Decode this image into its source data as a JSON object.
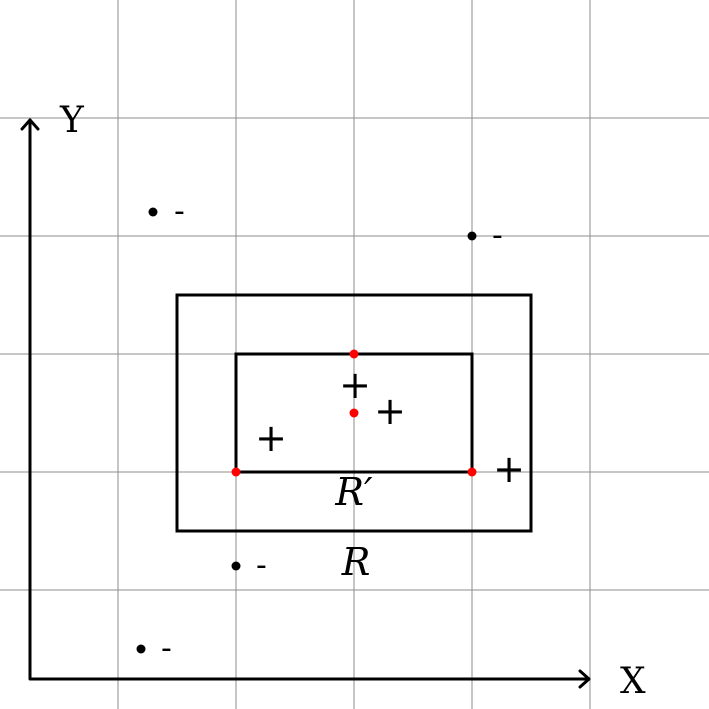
{
  "axes": {
    "x_label": "X",
    "y_label": "Y"
  },
  "rectangles": {
    "outer_label": "R",
    "inner_label": "R′"
  },
  "colors": {
    "grid": "#8c8c8c",
    "ink": "#000000",
    "highlight": "#ff0000"
  },
  "negative_points": [
    {
      "sign": "-"
    },
    {
      "sign": "-"
    },
    {
      "sign": "-"
    },
    {
      "sign": "-"
    }
  ],
  "positive_points": [
    {
      "sign": "+"
    },
    {
      "sign": "+"
    },
    {
      "sign": "+"
    },
    {
      "sign": "+"
    }
  ]
}
